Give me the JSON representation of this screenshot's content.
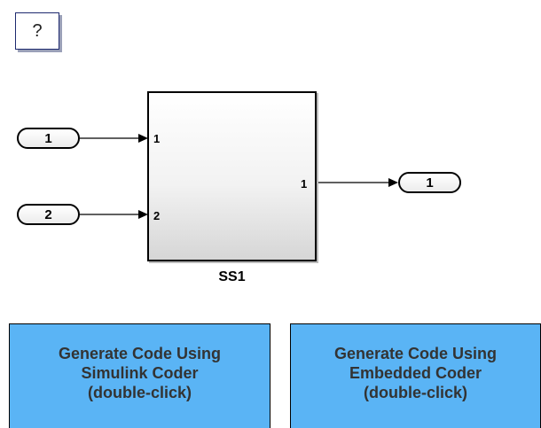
{
  "help_block": {
    "label": "?"
  },
  "inports": [
    {
      "label": "1"
    },
    {
      "label": "2"
    }
  ],
  "outports": [
    {
      "label": "1"
    }
  ],
  "subsystem": {
    "name": "SS1",
    "input_port_labels": [
      "1",
      "2"
    ],
    "output_port_labels": [
      "1"
    ]
  },
  "buttons": [
    {
      "lines": [
        "Generate Code Using",
        "Simulink Coder",
        "(double-click)"
      ]
    },
    {
      "lines": [
        "Generate Code Using",
        "Embedded Coder",
        "(double-click)"
      ]
    }
  ],
  "colors": {
    "button_fill": "#5ab4f5",
    "button_text": "#333333",
    "help_border": "#1e2a6e"
  }
}
